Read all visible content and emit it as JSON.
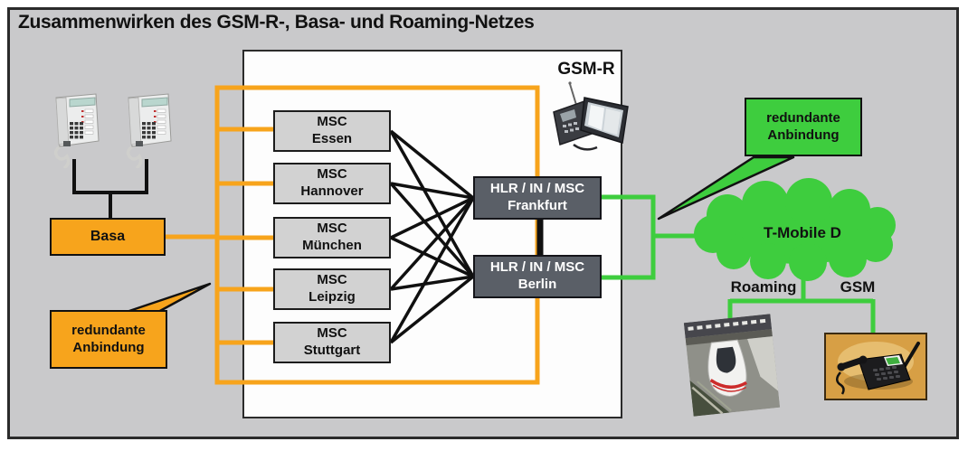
{
  "title": "Zusammenwirken des GSM-R-, Basa- und Roaming-Netzes",
  "msc": [
    {
      "line1": "MSC",
      "line2": "Essen"
    },
    {
      "line1": "MSC",
      "line2": "Hannover"
    },
    {
      "line1": "MSC",
      "line2": "München"
    },
    {
      "line1": "MSC",
      "line2": "Leipzig"
    },
    {
      "line1": "MSC",
      "line2": "Stuttgart"
    }
  ],
  "hlr": [
    {
      "line1": "HLR / IN / MSC",
      "line2": "Frankfurt"
    },
    {
      "line1": "HLR / IN / MSC",
      "line2": "Berlin"
    }
  ],
  "basa": {
    "label": "Basa"
  },
  "callout_orange": {
    "line1": "redundante",
    "line2": "Anbindung"
  },
  "callout_green": {
    "line1": "redundante",
    "line2": "Anbindung"
  },
  "gsmr_label": "GSM-R",
  "cloud": {
    "label": "T-Mobile D"
  },
  "roaming_label": "Roaming",
  "gsm_label": "GSM",
  "icons": {
    "desk_phone_left": "desk-phone-icon",
    "desk_phone_right": "desk-phone-icon",
    "gsmr_device": "gsmr-cab-radio-icon",
    "train": "ice-train-image",
    "gsm_phone": "gsm-desk-phone-image",
    "cloud": "network-cloud"
  },
  "colors": {
    "orange": "#F7A41C",
    "green": "#3ECD3E",
    "box-dark": "#5A5F67",
    "box-light": "#D2D2D2",
    "panel-bg": "#C9C9CB",
    "line-black": "#101010"
  }
}
